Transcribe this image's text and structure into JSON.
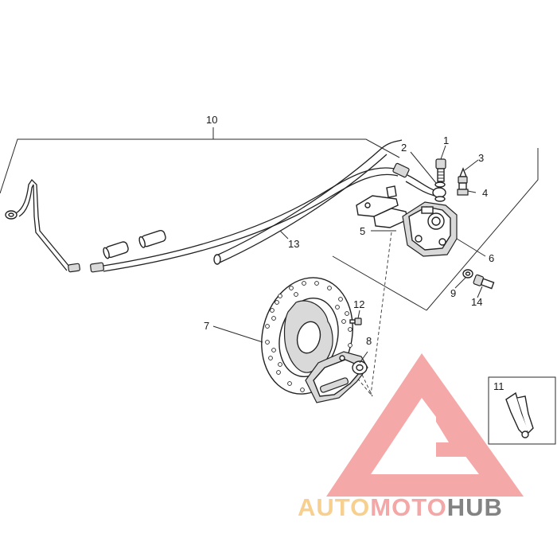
{
  "diagram": {
    "callouts": {
      "c1": "1",
      "c2": "2",
      "c3": "3",
      "c4": "4",
      "c5": "5",
      "c6": "6",
      "c7": "7",
      "c8": "8",
      "c9": "9",
      "c10": "10",
      "c11": "11",
      "c12": "12",
      "c13": "13",
      "c14": "14"
    }
  },
  "watermark": {
    "part1": "AUTO",
    "part2": "MOTO",
    "part3": "HUB",
    "colors": {
      "auto": "#f5c16c",
      "moto": "#f08a8a",
      "hub": "#5a5a5a",
      "triangle": "#f28b8b"
    }
  }
}
